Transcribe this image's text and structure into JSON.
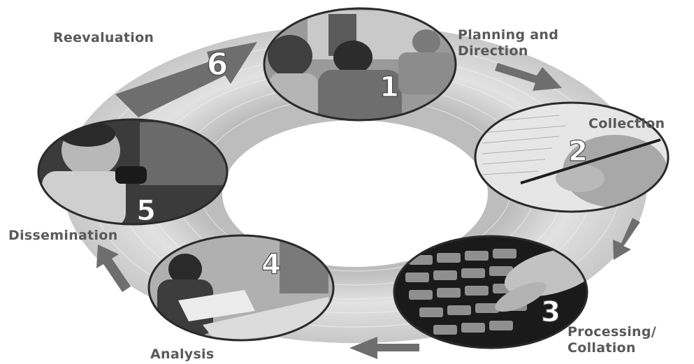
{
  "diagram": {
    "steps": [
      {
        "number": "1",
        "label_lines": [
          "Planning and",
          "Direction"
        ],
        "photo": "people-meeting-photo"
      },
      {
        "number": "2",
        "label_lines": [
          "Collection"
        ],
        "photo": "hand-writing-photo"
      },
      {
        "number": "3",
        "label_lines": [
          "Processing/",
          "Collation"
        ],
        "photo": "keyboard-typing-photo"
      },
      {
        "number": "4",
        "label_lines": [
          "Analysis"
        ],
        "photo": "woman-reading-documents-photo"
      },
      {
        "number": "5",
        "label_lines": [
          "Dissemination"
        ],
        "photo": "officer-radio-photo"
      },
      {
        "number": "6",
        "label_lines": [
          "Reevaluation"
        ],
        "photo": "big-arrow"
      }
    ],
    "colors": {
      "ring_light": "#e9e9e9",
      "ring_dark": "#bdbdbd",
      "arrow": "#6e6e6e",
      "label": "#595959",
      "number": "#ffffff"
    }
  }
}
